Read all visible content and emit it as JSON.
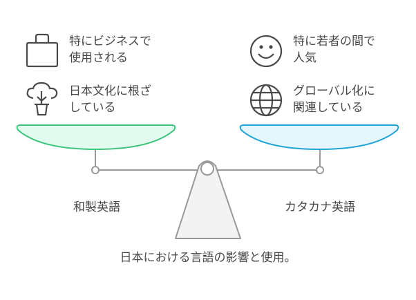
{
  "left": {
    "label": "和製英語",
    "items": [
      {
        "icon": "briefcase-icon",
        "line1": "特にビジネスで",
        "line2": "使用される"
      },
      {
        "icon": "potted-tree-icon",
        "line1": "日本文化に根ざ",
        "line2": "している"
      }
    ],
    "color": "#3cc47c"
  },
  "right": {
    "label": "カタカナ英語",
    "items": [
      {
        "icon": "smiley-icon",
        "line1": "特に若者の間で",
        "line2": "人気"
      },
      {
        "icon": "globe-icon",
        "line1": "グローバル化に",
        "line2": "関連している"
      }
    ],
    "color": "#1fa3d6"
  },
  "caption": "日本における言語の影響と使用。"
}
